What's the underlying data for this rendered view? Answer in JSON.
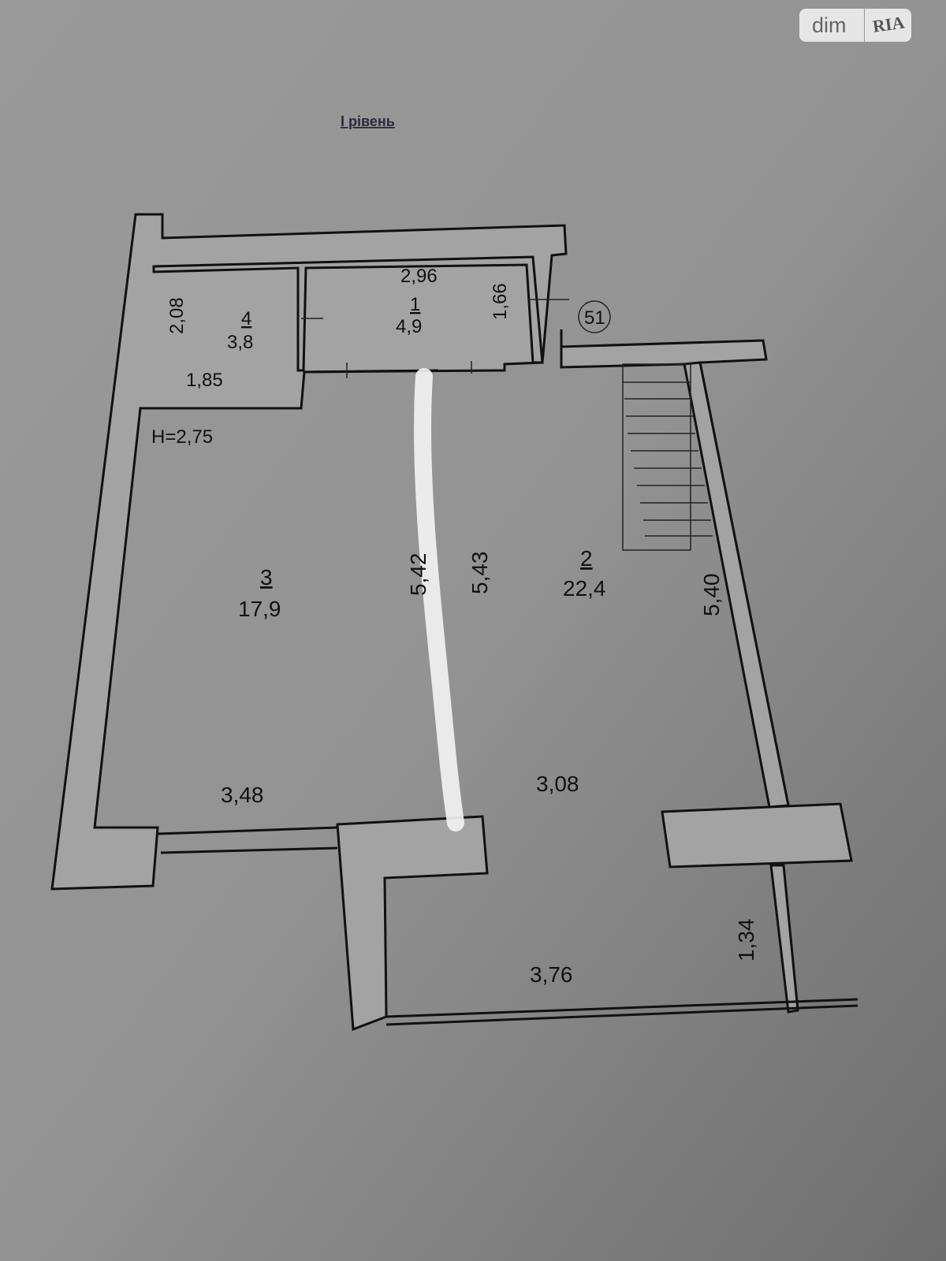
{
  "title": "I рівень",
  "watermark": {
    "brand_left": "dim",
    "brand_right": "RIA"
  },
  "ceiling_height": "H=2,75",
  "apartment_number": "51",
  "rooms": [
    {
      "number": "1",
      "area": "4,9"
    },
    {
      "number": "2",
      "area": "22,4"
    },
    {
      "number": "3",
      "area": "17,9"
    },
    {
      "number": "4",
      "area": "3,8"
    }
  ],
  "dimensions": {
    "room1_width": "2,96",
    "room1_depth": "1,66",
    "room4_depth": "2,08",
    "room4_width": "1,85",
    "room3_depth": "5,42",
    "room2_depth_left": "5,43",
    "room2_depth_right": "5,40",
    "room3_width": "3,48",
    "room2_width": "3,08",
    "balcony_width": "3,76",
    "balcony_depth": "1,34"
  }
}
